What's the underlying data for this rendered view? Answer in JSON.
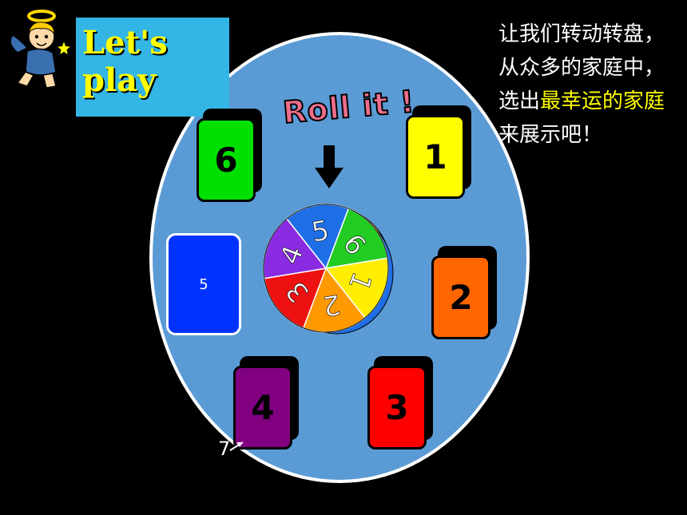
{
  "title": "Let's\nplay",
  "roll_label": "Roll it !",
  "side_text": {
    "part1": "让我们转动转盘，从众多的家庭中，选出",
    "highlight": "最幸运的家庭",
    "part2": "来展示吧！"
  },
  "cards": [
    {
      "label": "6",
      "color": "#00e000"
    },
    {
      "label": "1",
      "color": "#ffff00"
    },
    {
      "label": "2",
      "color": "#ff6600"
    },
    {
      "label": "3",
      "color": "#ff0000"
    },
    {
      "label": "4",
      "color": "#800080"
    }
  ],
  "highlighted_card": {
    "label": "5",
    "color": "#0033ff"
  },
  "wheel_segments": [
    {
      "label": "6",
      "color": "#22cc22"
    },
    {
      "label": "1",
      "color": "#ffee00"
    },
    {
      "label": "2",
      "color": "#ff9900"
    },
    {
      "label": "3",
      "color": "#ee1111"
    },
    {
      "label": "4",
      "color": "#8a2be2"
    },
    {
      "label": "5",
      "color": "#1e6fe6"
    }
  ],
  "corner_label": "7",
  "colors": {
    "background": "#000000",
    "oval": "#5b9bd5",
    "title_box": "#33b5e5",
    "title_text": "#ffff00",
    "roll_text": "#ee6d8c",
    "highlight_text": "#ffff00"
  },
  "icons": [
    "angel-cherub-icon",
    "down-arrow-icon",
    "star-wand-icon"
  ]
}
